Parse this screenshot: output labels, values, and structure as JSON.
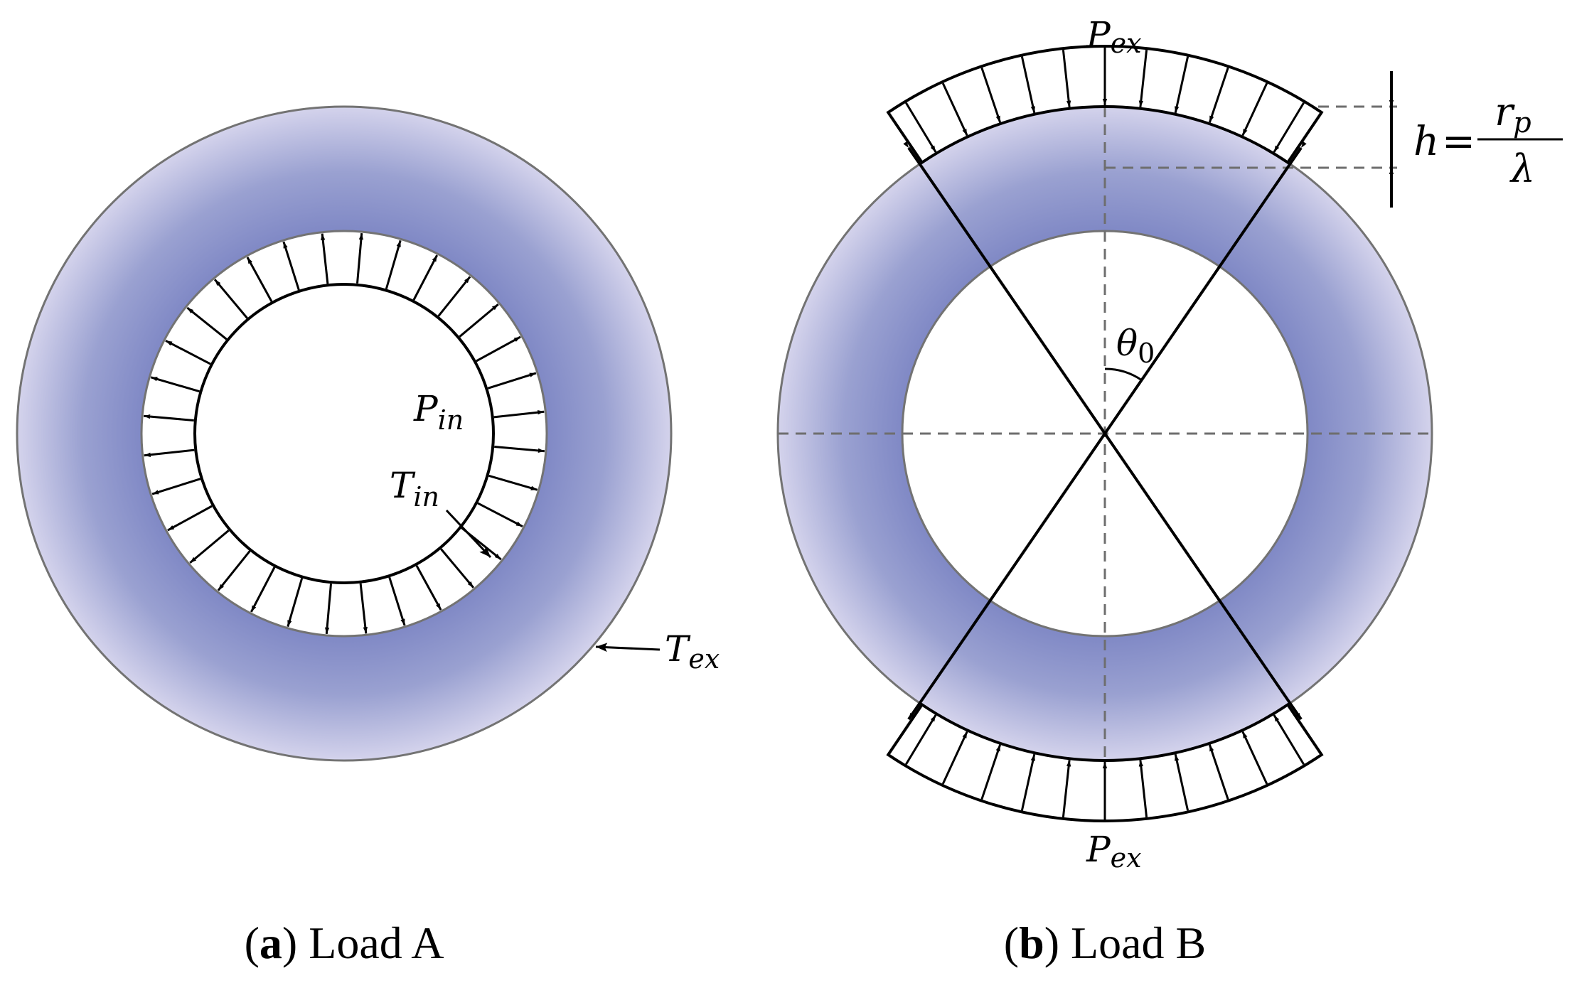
{
  "panel_a": {
    "caption_paren_open": "(",
    "caption_letter": "a",
    "caption_paren_close": ")",
    "caption_text": "Load A",
    "label_p_main": "P",
    "label_p_sub": "in",
    "label_t_main": "T",
    "label_t_sub": "in",
    "label_tex_main": "T",
    "label_tex_sub": "ex"
  },
  "panel_b": {
    "caption_paren_open": "(",
    "caption_letter": "b",
    "caption_paren_close": ")",
    "caption_text": "Load B",
    "label_top_main": "P",
    "label_top_sub": "ex",
    "label_bottom_main": "P",
    "label_bottom_sub": "ex",
    "angle_main": "θ",
    "angle_sub": "0",
    "h_left": "h",
    "h_eq": "=",
    "h_num_main": "r",
    "h_num_sub": "p",
    "h_den": "λ"
  },
  "colors": {
    "ring_outer": "#d4d3ec",
    "ring_mid": "#8b94cc",
    "ring_stroke": "#737373",
    "ink": "#000000",
    "dash": "#6e6e6e"
  }
}
